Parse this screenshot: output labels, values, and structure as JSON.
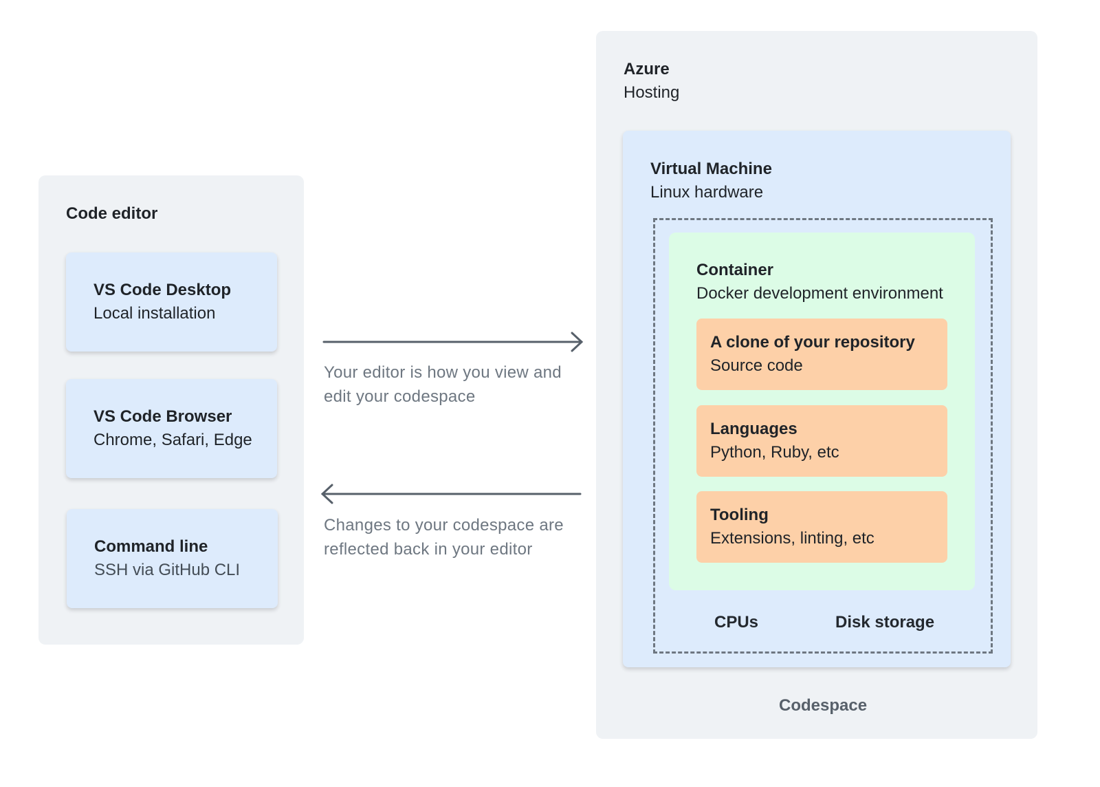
{
  "code_editor": {
    "title": "Code editor",
    "options": [
      {
        "title": "VS Code Desktop",
        "subtitle": "Local installation"
      },
      {
        "title": "VS Code Browser",
        "subtitle": "Chrome, Safari, Edge"
      },
      {
        "title": "Command line",
        "subtitle": "SSH via GitHub CLI"
      }
    ]
  },
  "arrows": {
    "forward_caption_line1": "Your editor is how you view and",
    "forward_caption_line2": "edit your codespace",
    "back_caption_line1": "Changes to your codespace are",
    "back_caption_line2": "reflected back in your editor"
  },
  "azure": {
    "title": "Azure",
    "subtitle": "Hosting",
    "vm": {
      "title": "Virtual Machine",
      "subtitle": "Linux hardware",
      "container": {
        "title": "Container",
        "subtitle": "Docker development environment",
        "items": [
          {
            "title": "A clone of your repository",
            "subtitle": "Source code"
          },
          {
            "title": "Languages",
            "subtitle": "Python, Ruby, etc"
          },
          {
            "title": "Tooling",
            "subtitle": "Extensions, linting, etc"
          }
        ]
      },
      "resources": [
        "CPUs",
        "Disk storage"
      ]
    },
    "codespace_label": "Codespace"
  },
  "colors": {
    "panel": "#eff2f5",
    "card_blue": "#ddebfc",
    "container_green": "#dcfce6",
    "item_orange": "#fdd0a8",
    "arrow": "#57606a",
    "caption": "#6e7781"
  }
}
